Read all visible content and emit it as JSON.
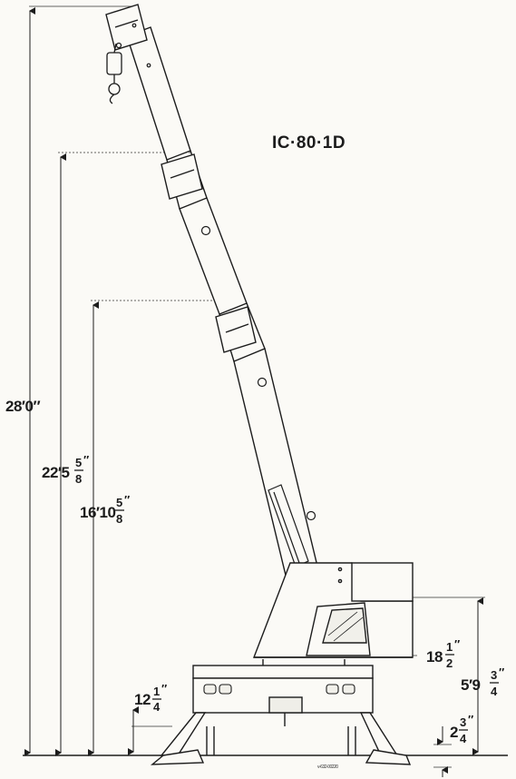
{
  "title": "IC·80·1D",
  "dimensions": {
    "overall_height": {
      "whole": "28′0″"
    },
    "mid_height": {
      "whole": "22′5",
      "num": "5",
      "den": "8",
      "mark": "″"
    },
    "low_height": {
      "whole": "16′10",
      "num": "5",
      "den": "8",
      "mark": "″"
    },
    "ground_clearance": {
      "whole": "12",
      "num": "1",
      "den": "4",
      "mark": "″"
    },
    "boom_offset": {
      "whole": "18",
      "num": "1",
      "den": "2",
      "mark": "″"
    },
    "cab_height": {
      "whole": "5′9",
      "num": "3",
      "den": "4",
      "mark": "″"
    },
    "base_clearance": {
      "whole": "2",
      "num": "3",
      "den": "4",
      "mark": "″"
    }
  },
  "drawing_ref": "v-632-00220",
  "colors": {
    "ink": "#1c1c1c",
    "paper": "#fbfaf6",
    "dim_line": "#333333"
  }
}
